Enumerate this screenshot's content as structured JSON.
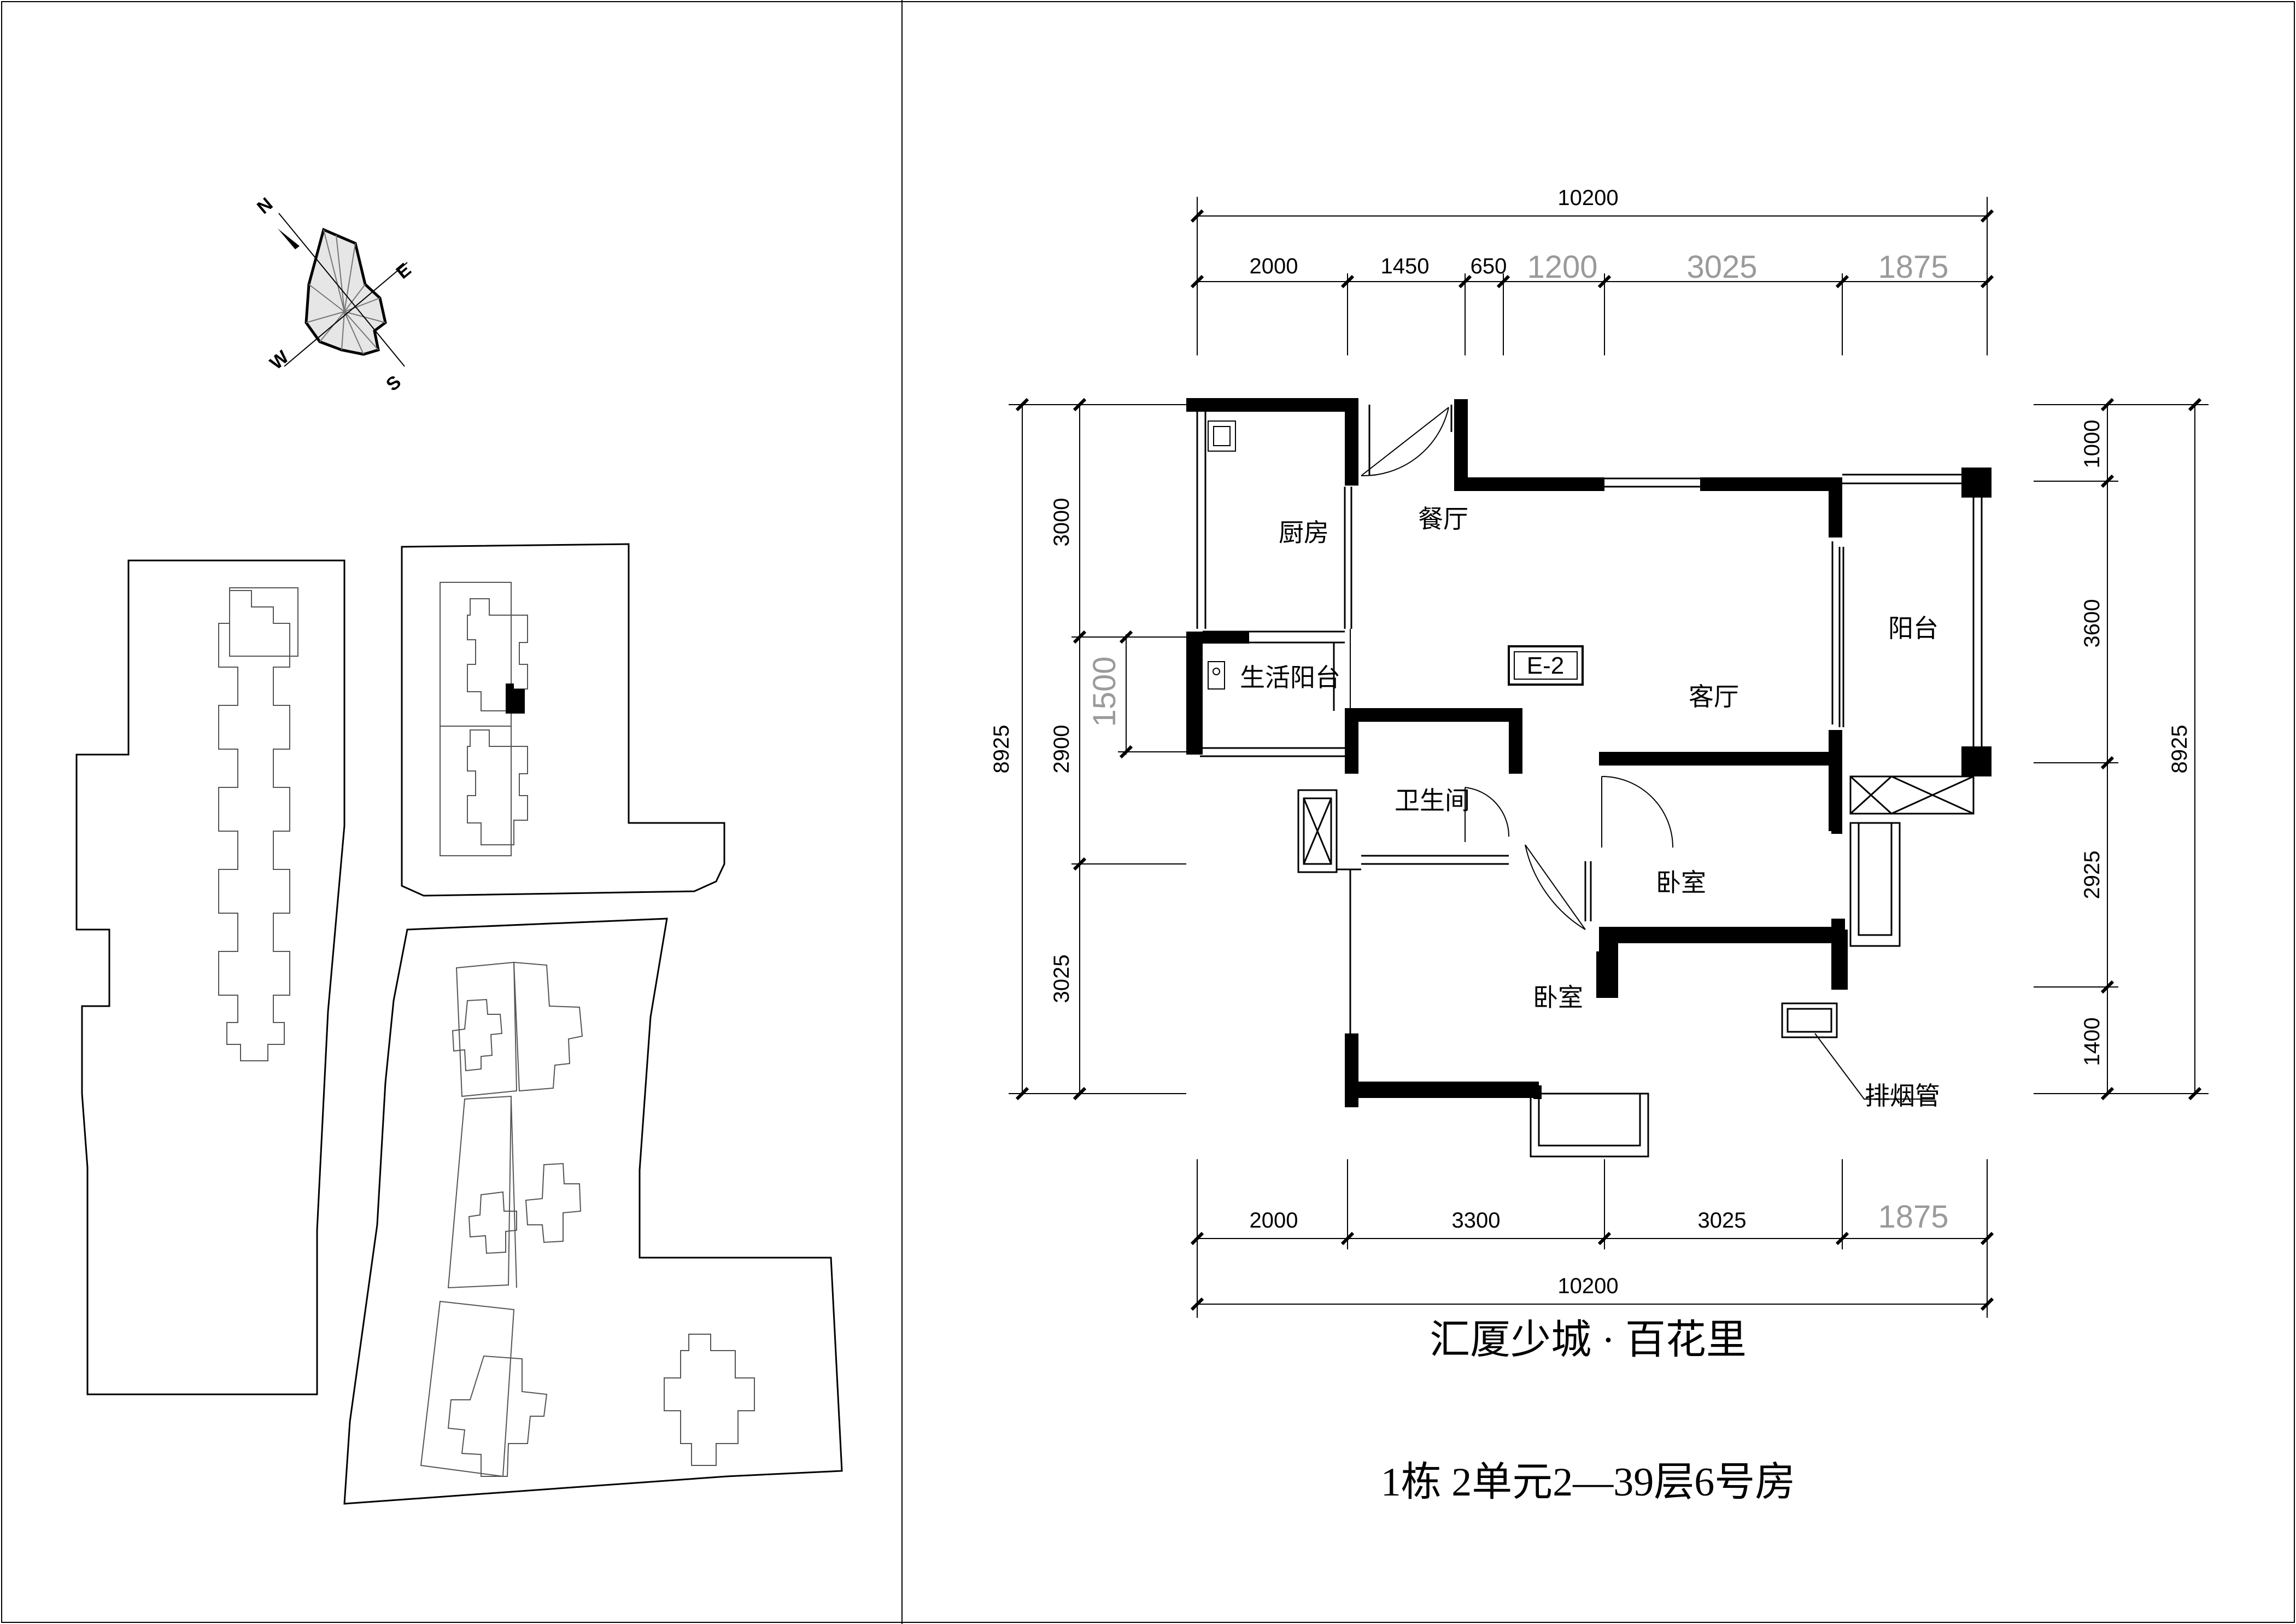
{
  "compass": {
    "north": "N",
    "east": "E",
    "south": "S",
    "west": "W"
  },
  "plan_label": "E-2",
  "rooms": {
    "kitchen": "厨房",
    "dining": "餐厅",
    "utility_balcony": "生活阳台",
    "living": "客厅",
    "balcony": "阳台",
    "bathroom": "卫生间",
    "bedroom_1": "卧室",
    "bedroom_2": "卧室",
    "flue": "排烟管"
  },
  "dimensions": {
    "top_total": "10200",
    "top_segments": [
      "2000",
      "1450",
      "650",
      "1200",
      "3025",
      "1875"
    ],
    "bottom_segments": [
      "2000",
      "3300",
      "3025",
      "1875"
    ],
    "bottom_total": "10200",
    "left_total": "8925",
    "left_segments": [
      "3000",
      "2900",
      "3025"
    ],
    "left_inner": "1500",
    "right_segments": [
      "1000",
      "3600",
      "2925",
      "1400"
    ],
    "right_total": "8925"
  },
  "title": {
    "project": "汇厦少城 · 百花里",
    "unit": "1栋  2单元2—39层6号房"
  }
}
